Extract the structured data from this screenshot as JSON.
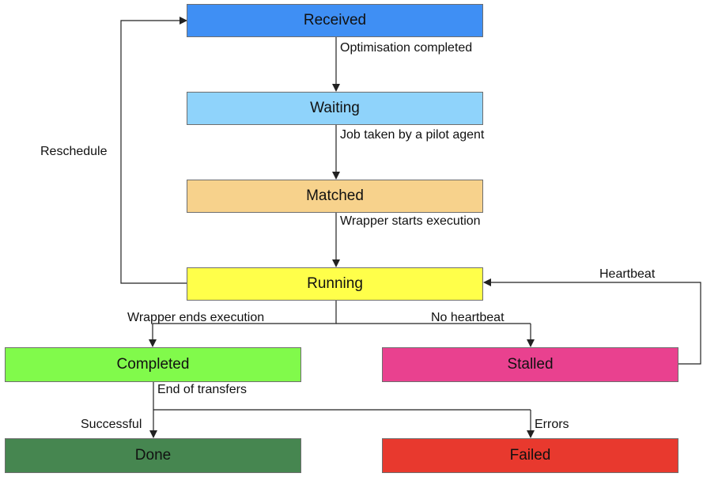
{
  "states": {
    "received": {
      "label": "Received",
      "color": "#3f8ff4"
    },
    "waiting": {
      "label": "Waiting",
      "color": "#8fd3fb"
    },
    "matched": {
      "label": "Matched",
      "color": "#f7d28c"
    },
    "running": {
      "label": "Running",
      "color": "#ffff4a"
    },
    "completed": {
      "label": "Completed",
      "color": "#81fa4b"
    },
    "stalled": {
      "label": "Stalled",
      "color": "#e9418f"
    },
    "done": {
      "label": "Done",
      "color": "#468650"
    },
    "failed": {
      "label": "Failed",
      "color": "#e8392e"
    }
  },
  "transitions": {
    "optimisation": "Optimisation completed",
    "pilot": "Job taken by a pilot agent",
    "wrapper_start": "Wrapper starts execution",
    "reschedule": "Reschedule",
    "heartbeat": "Heartbeat",
    "wrapper_end": "Wrapper ends execution",
    "no_heartbeat": "No heartbeat",
    "end_transfers": "End of transfers",
    "successful": "Successful",
    "errors": "Errors"
  },
  "style": {
    "line_color": "#222222"
  }
}
